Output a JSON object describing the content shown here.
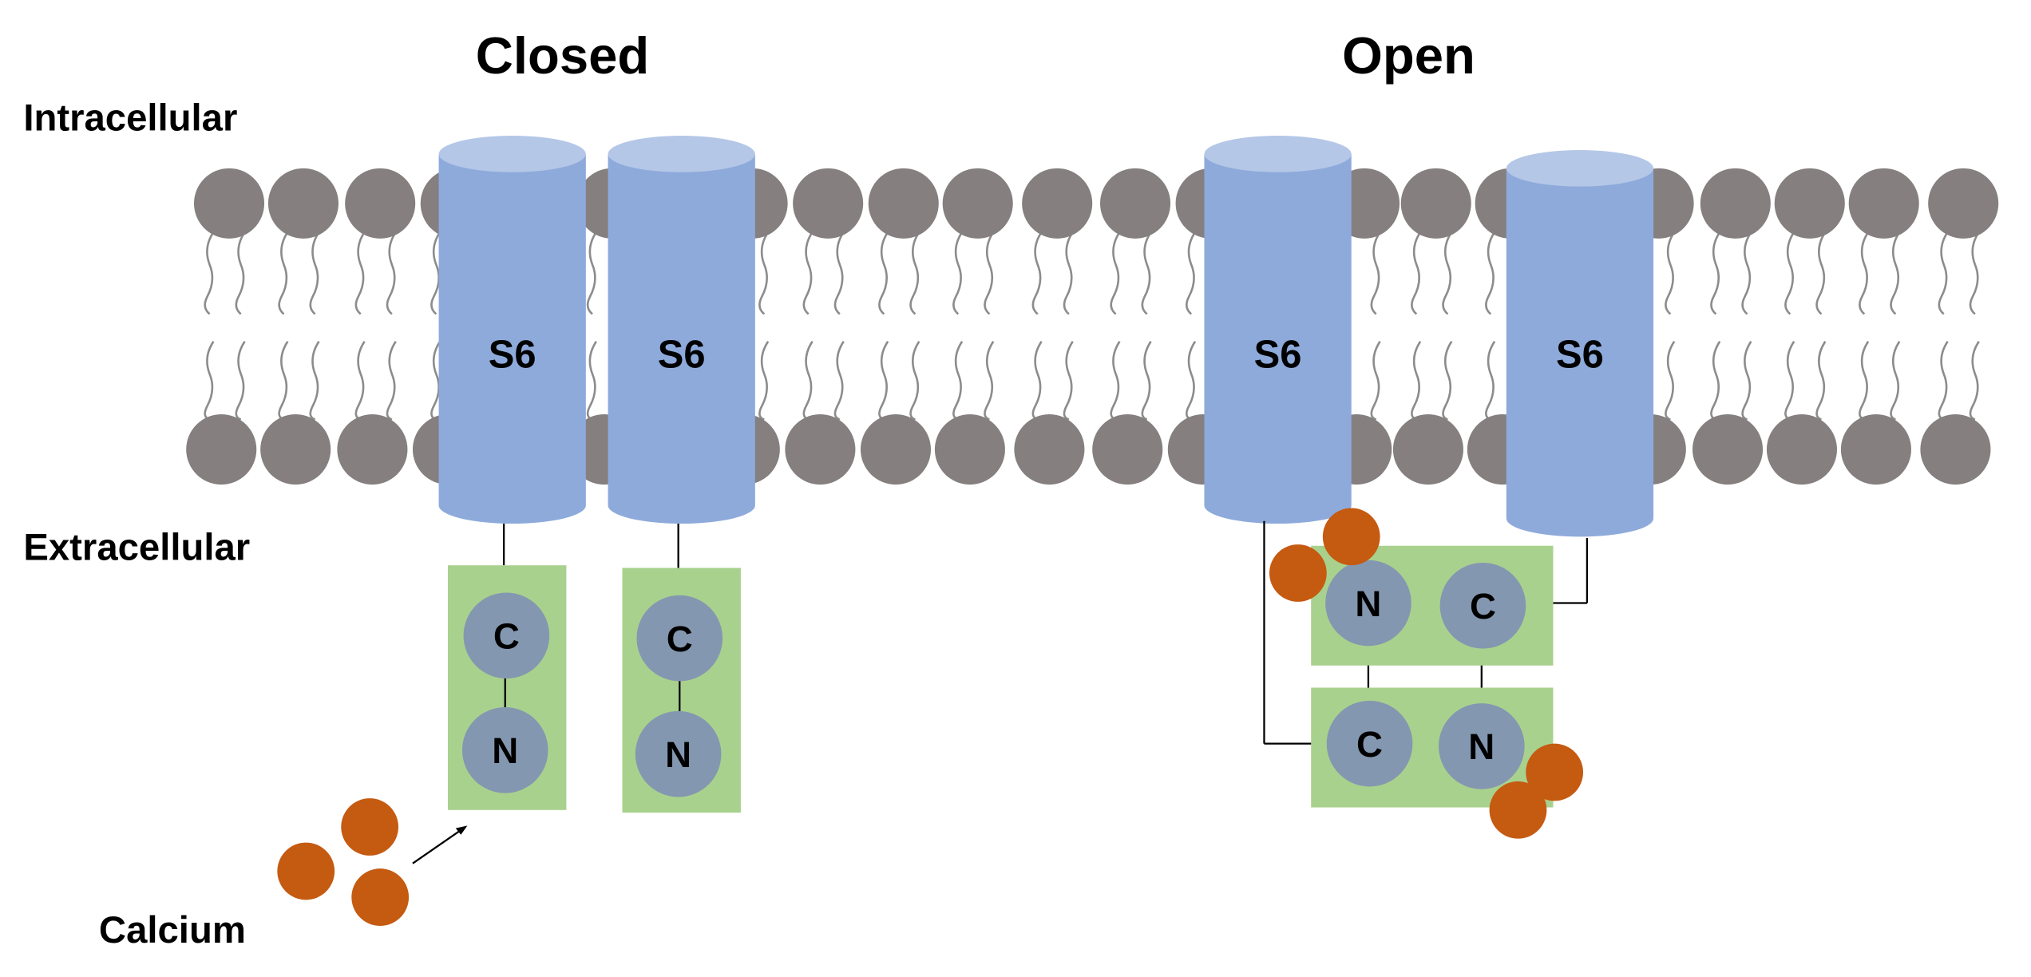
{
  "titles": {
    "closed": "Closed",
    "open": "Open"
  },
  "labels": {
    "intracellular": "Intracellular",
    "extracellular": "Extracellular",
    "calcium": "Calcium"
  },
  "helix_label": "S6",
  "lobe_labels": {
    "c": "C",
    "n": "N"
  },
  "colors": {
    "lipid_head": "#857f7f",
    "lipid_tail": "#8c8c8c",
    "helix_body": "#8eaadb",
    "helix_top": "#b4c7e7",
    "domain_box": "#a9d18e",
    "lobe": "#8497b0",
    "calcium": "#c55a11"
  },
  "closed_state": {
    "helices": [
      {
        "label": "S6"
      },
      {
        "label": "S6"
      }
    ],
    "domains": [
      {
        "top_lobe": "C",
        "bottom_lobe": "N"
      },
      {
        "top_lobe": "C",
        "bottom_lobe": "N"
      }
    ]
  },
  "open_state": {
    "helices": [
      {
        "label": "S6"
      },
      {
        "label": "S6"
      }
    ],
    "domains": [
      {
        "left_lobe": "N",
        "right_lobe": "C"
      },
      {
        "left_lobe": "C",
        "right_lobe": "N"
      }
    ]
  }
}
